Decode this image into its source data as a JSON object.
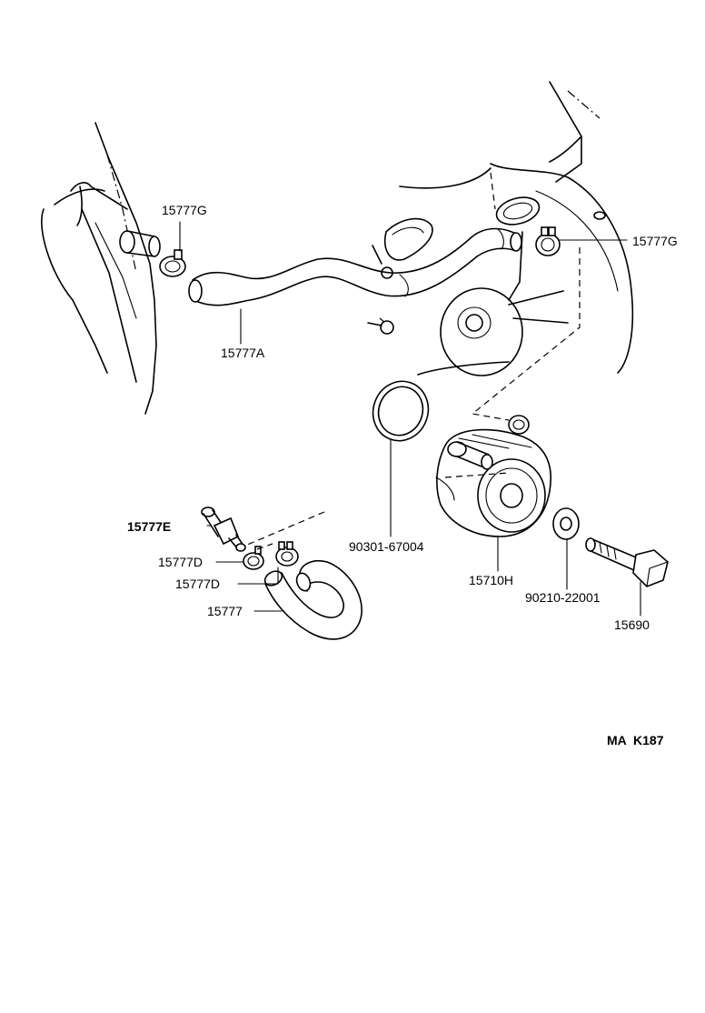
{
  "labels": {
    "p15777G_left": "15777G",
    "p15777G_right": "15777G",
    "p15777A": "15777A",
    "p90301": "90301-67004",
    "p15777E": "15777E",
    "p15777D_1": "15777D",
    "p15777D_2": "15777D",
    "p15777": "15777",
    "p15710H": "15710H",
    "p90210": "90210-22001",
    "p15690": "15690",
    "figure_code": "MA  K187"
  }
}
